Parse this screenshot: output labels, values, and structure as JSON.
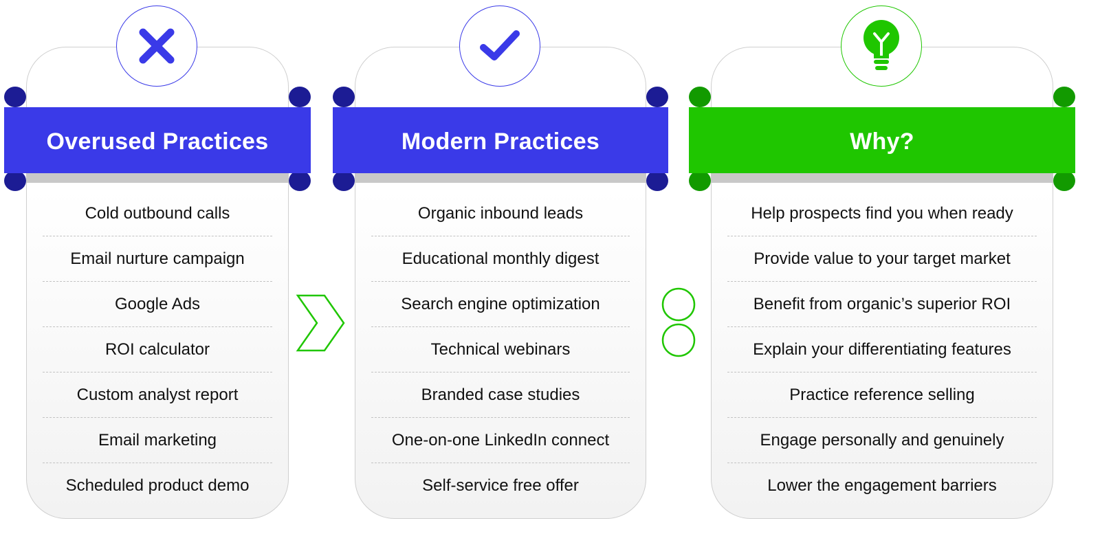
{
  "colors": {
    "blue": "#3a3ae8",
    "blue_dark": "#1c1c94",
    "green": "#1fc600",
    "green_dark": "#129a00",
    "gray_border": "#cfcfcf"
  },
  "columns": [
    {
      "title": "Overused Practices",
      "icon": "x-mark-icon",
      "color": "blue",
      "items": [
        "Cold outbound calls",
        "Email nurture campaign",
        "Google Ads",
        "ROI calculator",
        "Custom analyst report",
        "Email marketing",
        "Scheduled product demo"
      ]
    },
    {
      "title": "Modern Practices",
      "icon": "checkmark-icon",
      "color": "blue",
      "items": [
        "Organic inbound leads",
        "Educational monthly digest",
        "Search engine optimization",
        "Technical webinars",
        "Branded case studies",
        "One-on-one LinkedIn connect",
        "Self-service free offer"
      ]
    },
    {
      "title": "Why?",
      "icon": "lightbulb-icon",
      "color": "green",
      "items": [
        "Help prospects find you when ready",
        "Provide value to your target market",
        "Benefit from organic’s superior ROI",
        "Explain your differentiating features",
        "Practice reference selling",
        "Engage personally and genuinely",
        "Lower the engagement barriers"
      ]
    }
  ],
  "separators": [
    {
      "type": "chevron-arrow-icon"
    },
    {
      "type": "double-circle-icon"
    }
  ]
}
